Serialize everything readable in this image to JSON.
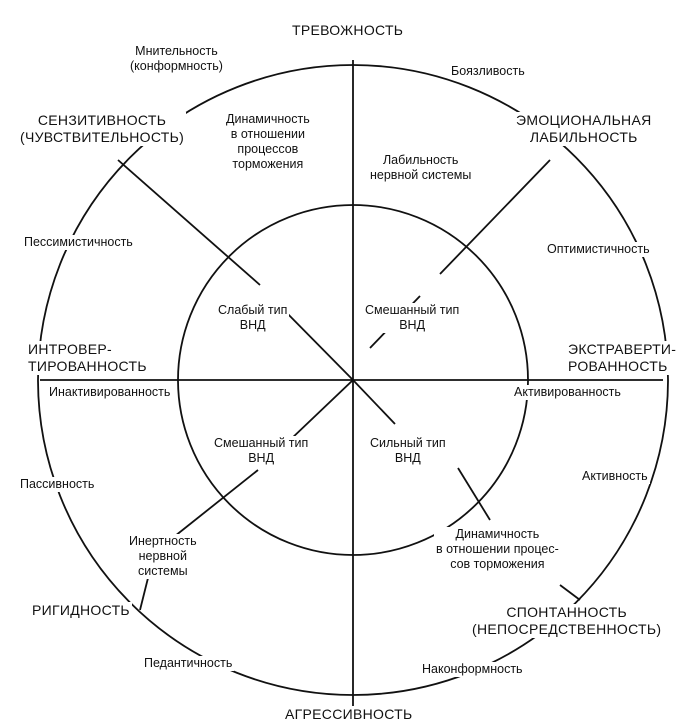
{
  "colors": {
    "ink": "#111111",
    "background": "#ffffff"
  },
  "poles": {
    "top": "ТРЕВОЖНОСТЬ",
    "bottom": "АГРЕССИВНОСТЬ",
    "upper_left": "СЕНЗИТИВНОСТЬ\n(ЧУВСТВИТЕЛЬНОСТЬ)",
    "upper_right": "ЭМОЦИОНАЛЬНАЯ\nЛАБИЛЬНОСТЬ",
    "left": "ИНТРОВЕР-\nТИРОВАННОСТЬ",
    "right": "ЭКСТРАВЕРТИ-\nРОВАННОСТЬ",
    "lower_left": "РИГИДНОСТЬ",
    "lower_right": "СПОНТАННОСТЬ\n(НЕПОСРЕДСТВЕННОСТЬ)"
  },
  "outer_traits": {
    "suspiciousness": "Мнительность\n(конформность)",
    "timidity": "Боязливость",
    "pessimism": "Пессимистичность",
    "optimism": "Оптимистичность",
    "passivity": "Пассивность",
    "activity": "Активность",
    "pedantry": "Педантичность",
    "nonconformity": "Наконформность"
  },
  "inner_traits": {
    "dynamism_top": "Динамичность\nв отношении\nпроцессов\nторможения",
    "lability": "Лабильность\nнервной системы",
    "inactivity": "Инактивированность",
    "activation": "Активированность",
    "inertness": "Инертность\nнервной\nсистемы",
    "dynamism_bottom": "Динамичность\nв отношении процес-\nсов торможения"
  },
  "vnd_types": {
    "weak": "Слабый тип\nВНД",
    "mixed_top": "Смешанный тип\nВНД",
    "mixed_bottom": "Смешанный тип\nВНД",
    "strong": "Сильный тип\nВНД"
  }
}
